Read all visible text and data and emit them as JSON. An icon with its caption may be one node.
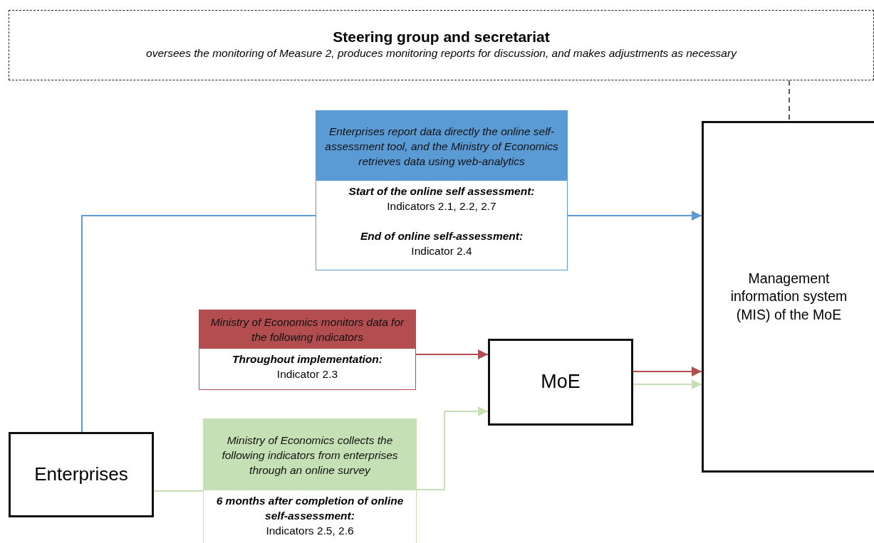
{
  "diagram": {
    "nodes": [
      {
        "text": [
          "Steering group and secretariat",
          "oversees the monitoring of Measure 2, produces monitoring reports for discussion, and makes adjustments as necessary"
        ]
      },
      {
        "text": [
          "Enterprises report data directly the online self-assessment tool, and the Ministry of Economics retrieves data using web-analytics",
          "Start of the online self assessment:",
          "Indicators 2.1, 2.2, 2.7",
          "End of online self-assessment:",
          "Indicator 2.4"
        ]
      },
      {
        "text": [
          "Ministry of Economics monitors data for the following indicators",
          "Throughout implementation:",
          "Indicator 2.3"
        ]
      },
      {
        "text": [
          "Ministry of Economics collects the following indicators from enterprises through an online survey",
          "6 months after completion of online self-assessment:",
          "Indicators 2.5, 2.6"
        ]
      },
      {
        "text": [
          "Enterprises"
        ]
      },
      {
        "text": [
          "MoE"
        ]
      },
      {
        "text": [
          "Management information system (MIS) of the MoE"
        ]
      }
    ],
    "edges": [
      {
        "from": 4,
        "to": 1,
        "arrow": "none",
        "color": "#5b9bd5"
      },
      {
        "from": 1,
        "to": 6,
        "arrow": "to",
        "color": "#5b9bd5"
      },
      {
        "from": 2,
        "to": 5,
        "arrow": "to",
        "color": "#b34d4f"
      },
      {
        "from": 5,
        "to": 6,
        "arrow": "to",
        "color": "#b34d4f"
      },
      {
        "from": 5,
        "to": 6,
        "arrow": "to",
        "color": "#c5e0b4"
      },
      {
        "from": 4,
        "to": 3,
        "arrow": "none",
        "color": "#c5e0b4"
      },
      {
        "from": 3,
        "to": 5,
        "arrow": "to",
        "color": "#c5e0b4"
      },
      {
        "from": 0,
        "to": 6,
        "arrow": "none",
        "style": "dashed",
        "color": "#222222"
      }
    ]
  }
}
